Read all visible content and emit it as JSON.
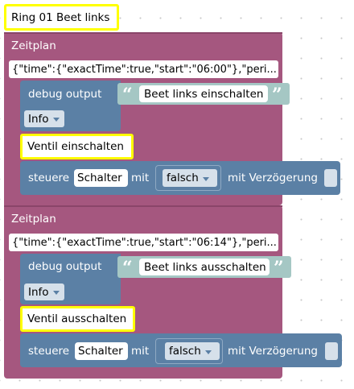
{
  "blocks": [
    {
      "comment": "Ring 01 Beet links",
      "title": "Zeitplan",
      "schedule_json": "{\"time\":{\"exactTime\":true,\"start\":\"06:00\"},\"peri...",
      "debug": {
        "label": "debug output",
        "text": "Beet links einschalten",
        "level": "Info"
      },
      "comment2": "Ventil einschalten",
      "control": {
        "label": "steuere",
        "object": "Schalter",
        "with": "mit",
        "value": "falsch",
        "delay": "mit Verzögerung"
      }
    },
    {
      "title": "Zeitplan",
      "schedule_json": "{\"time\":{\"exactTime\":true,\"start\":\"06:14\"},\"peri...",
      "debug": {
        "label": "debug output",
        "text": "Beet links ausschalten",
        "level": "Info"
      },
      "comment2": "Ventil ausschalten",
      "control": {
        "label": "steuere",
        "object": "Schalter",
        "with": "mit",
        "value": "falsch",
        "delay": "mit Verzögerung"
      }
    }
  ],
  "colors": {
    "schedule": "#a5577f",
    "logic": "#5b80a5",
    "string": "#a5c7c4",
    "comment_border": "#ffff00"
  }
}
